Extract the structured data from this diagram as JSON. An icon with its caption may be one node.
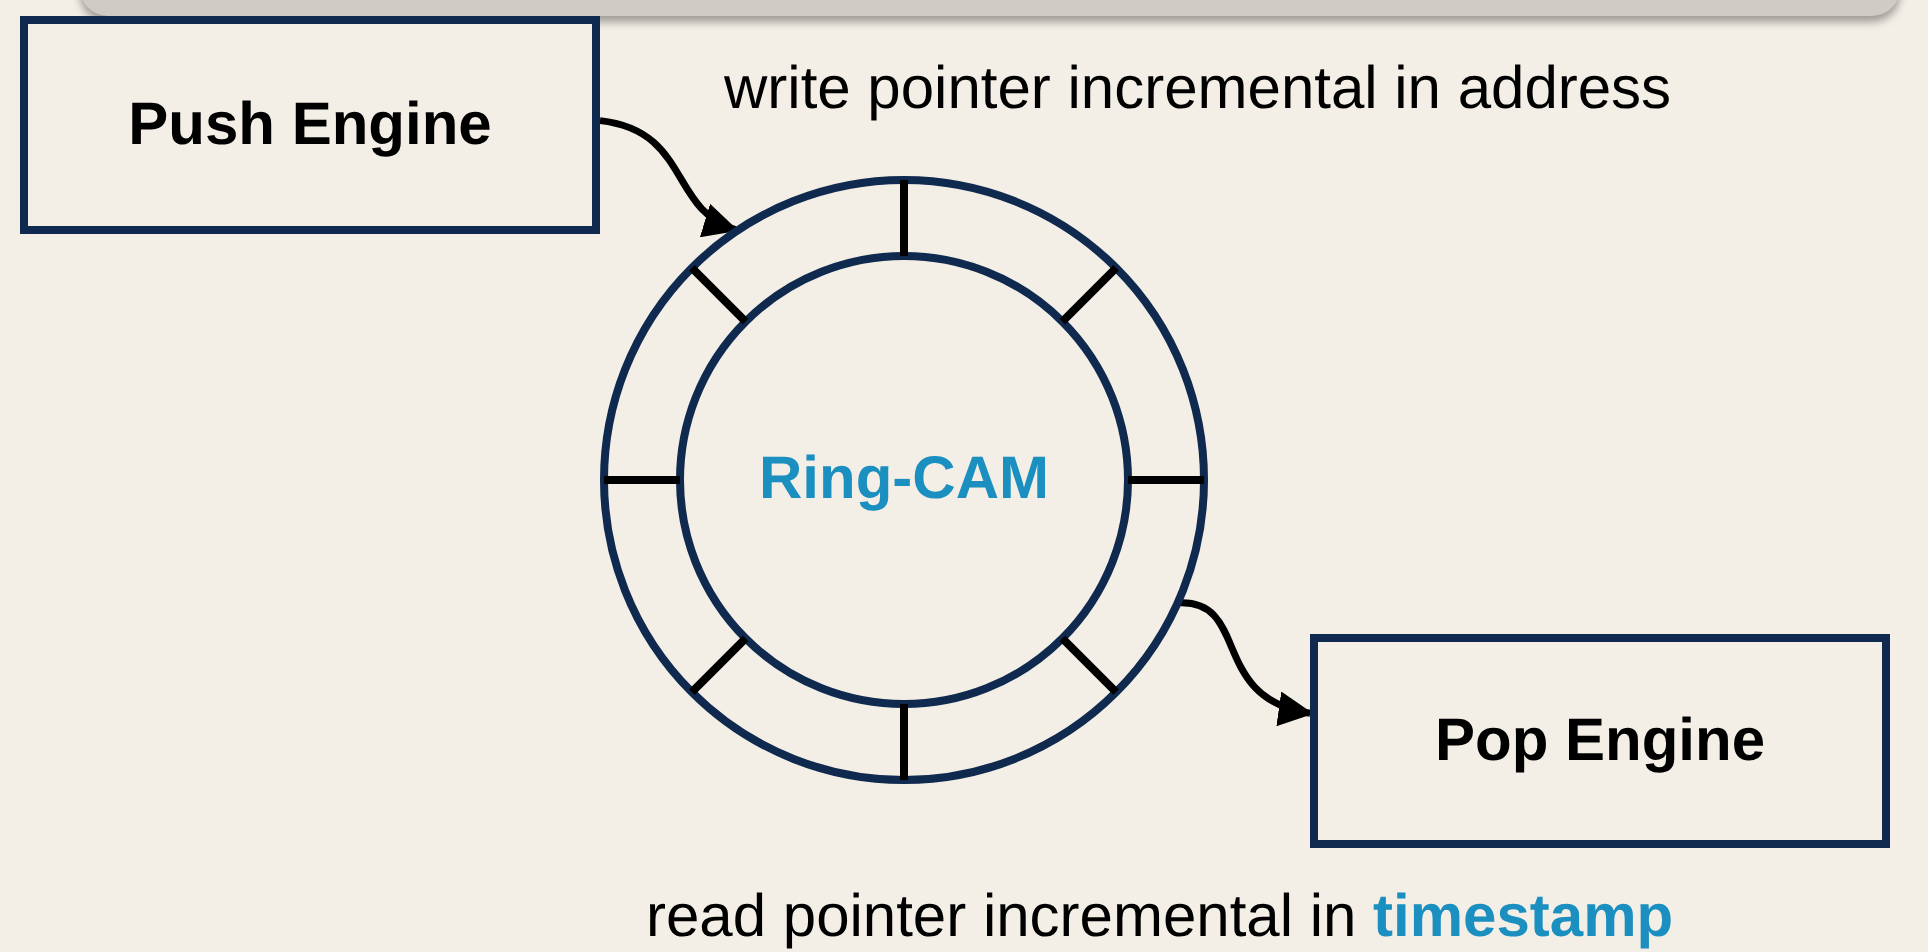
{
  "diagram": {
    "nodes": [
      {
        "text": [
          "Push Engine"
        ]
      },
      {
        "text": [
          "Ring-CAM"
        ]
      },
      {
        "text": [
          "Pop Engine"
        ]
      }
    ],
    "edges": [
      {
        "from": 0,
        "to": 1,
        "arrow": "to"
      },
      {
        "from": 1,
        "to": 2,
        "arrow": "to"
      }
    ],
    "labels": [
      "write pointer incremental in address",
      "read pointer incremental in **timestamp**"
    ]
  }
}
